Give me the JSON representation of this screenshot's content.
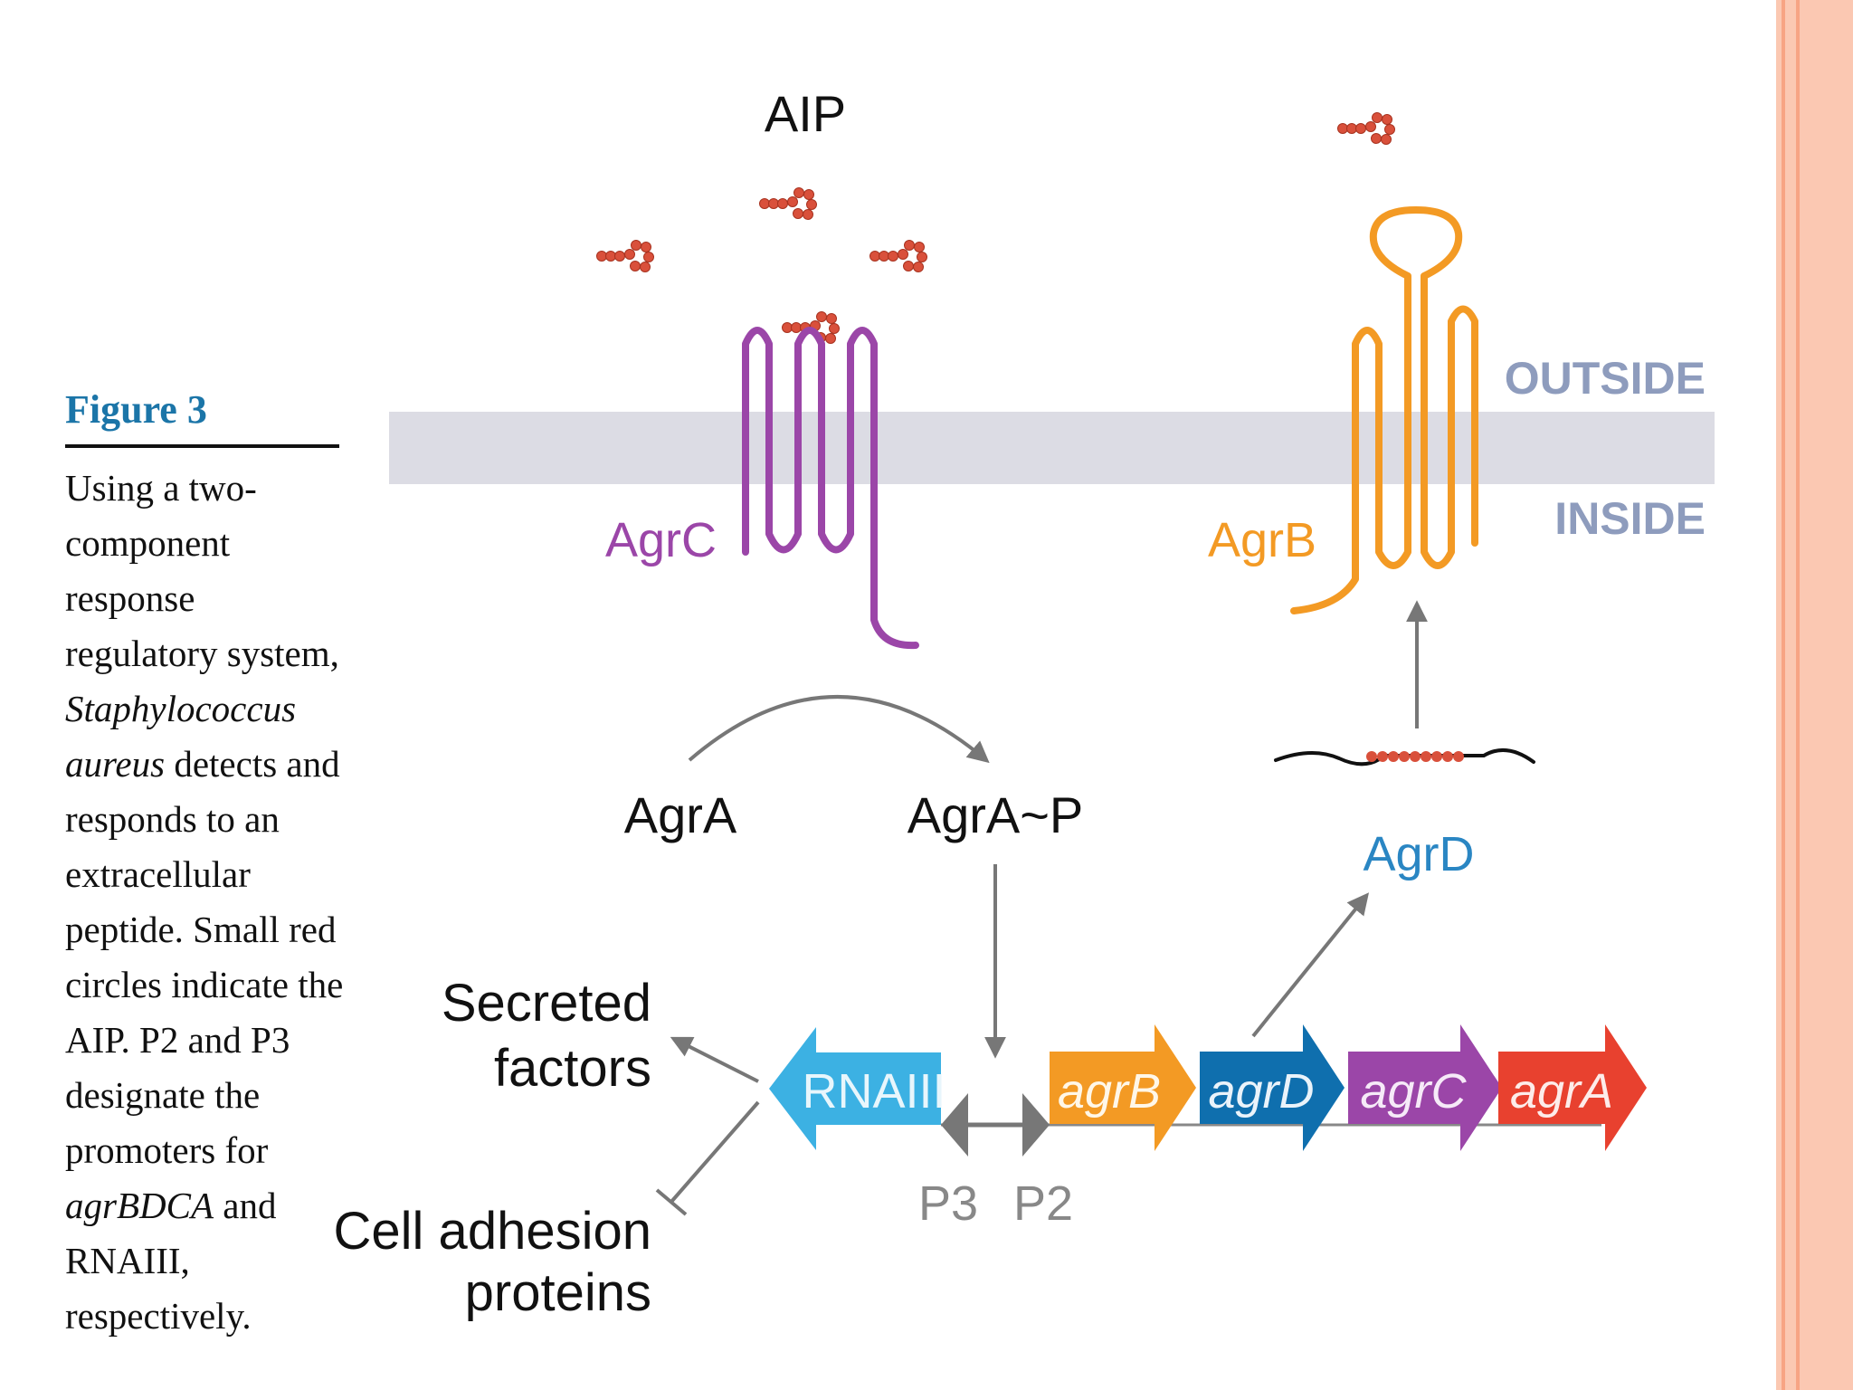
{
  "caption": {
    "title": "Figure 3",
    "body_parts": [
      {
        "text": "Using a two-component response regulatory system, ",
        "italic": false
      },
      {
        "text": "Staphylococcus aureus",
        "italic": true
      },
      {
        "text": " detects and responds to an extracellular peptide. Small red circles indicate the AIP. P2 and P3 designate the promoters for ",
        "italic": false
      },
      {
        "text": "agrBDCA",
        "italic": true
      },
      {
        "text": " and RNAIII, respectively.",
        "italic": false
      }
    ]
  },
  "diagram": {
    "aip_label": "AIP",
    "outside_label": "OUTSIDE",
    "inside_label": "INSIDE",
    "agrc_label": "AgrC",
    "agrb_label": "AgrB",
    "agra_label": "AgrA",
    "agrap_label": "AgrA~P",
    "agrd_label": "AgrD",
    "secreted_label_1": "Secreted",
    "secreted_label_2": "factors",
    "adhesion_label_1": "Cell adhesion",
    "adhesion_label_2": "proteins",
    "p3_label": "P3",
    "p2_label": "P2",
    "genes": [
      {
        "label": "RNAIII",
        "color": "#3cb1e3"
      },
      {
        "label": "agrB",
        "color": "#f39a24"
      },
      {
        "label": "agrD",
        "color": "#0f6fae"
      },
      {
        "label": "agrC",
        "color": "#9b46a8"
      },
      {
        "label": "agrA",
        "color": "#e8412f"
      }
    ],
    "colors": {
      "agrc": "#9b46a8",
      "agrb": "#f39a24",
      "agrd": "#2a86c3",
      "membrane": "#dcdce4",
      "membrane_text": "#8e9cbd",
      "aip": "#d9503b",
      "arrow": "#777777"
    }
  },
  "side_decoration": {
    "color": "#fbc8b2",
    "line_color": "#f7a484"
  }
}
